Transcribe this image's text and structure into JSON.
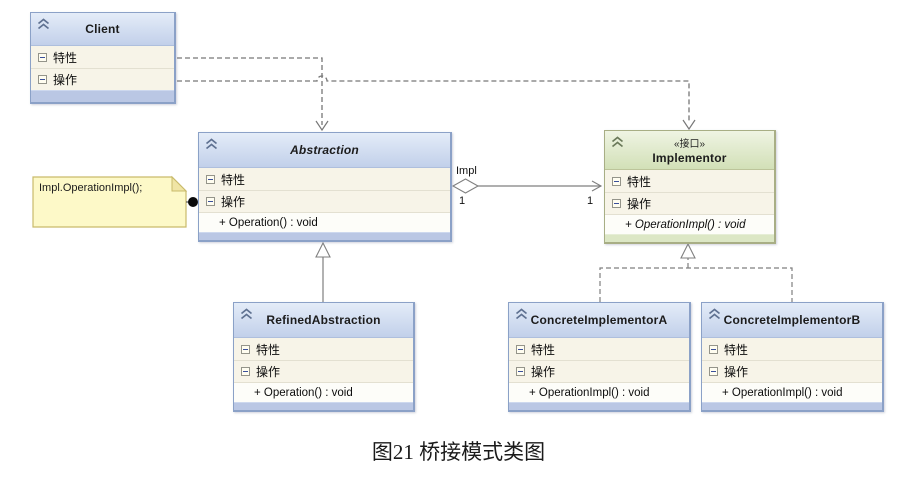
{
  "caption": "图21 桥接模式类图",
  "classes": {
    "client": {
      "title": "Client",
      "attributes_label": "特性",
      "operations_label": "操作"
    },
    "abstraction": {
      "title": "Abstraction",
      "attributes_label": "特性",
      "operations_label": "操作",
      "method": "+ Operation() : void"
    },
    "implementor": {
      "stereotype": "«接口»",
      "title": "Implementor",
      "attributes_label": "特性",
      "operations_label": "操作",
      "method": "+ OperationImpl() : void"
    },
    "refined_abstraction": {
      "title": "RefinedAbstraction",
      "attributes_label": "特性",
      "operations_label": "操作",
      "method": "+ Operation() : void"
    },
    "concrete_implementor_a": {
      "title": "ConcreteImplementorA",
      "attributes_label": "特性",
      "operations_label": "操作",
      "method": "+ OperationImpl() : void"
    },
    "concrete_implementor_b": {
      "title": "ConcreteImplementorB",
      "attributes_label": "特性",
      "operations_label": "操作",
      "method": "+ OperationImpl() : void"
    }
  },
  "note": {
    "text": "Impl.OperationImpl();"
  },
  "association": {
    "name": "Impl",
    "source_multiplicity": "1",
    "target_multiplicity": "1"
  },
  "colors": {
    "blue_header": "#c2d0ea",
    "green_header": "#d2e0b7",
    "body_row": "#f7f4e8",
    "note_bg": "#fdf9c8",
    "note_border": "#c9ba6b",
    "wire": "#7f7f7f",
    "blue_border": "#8ba1c7",
    "green_border": "#a8ae85"
  }
}
